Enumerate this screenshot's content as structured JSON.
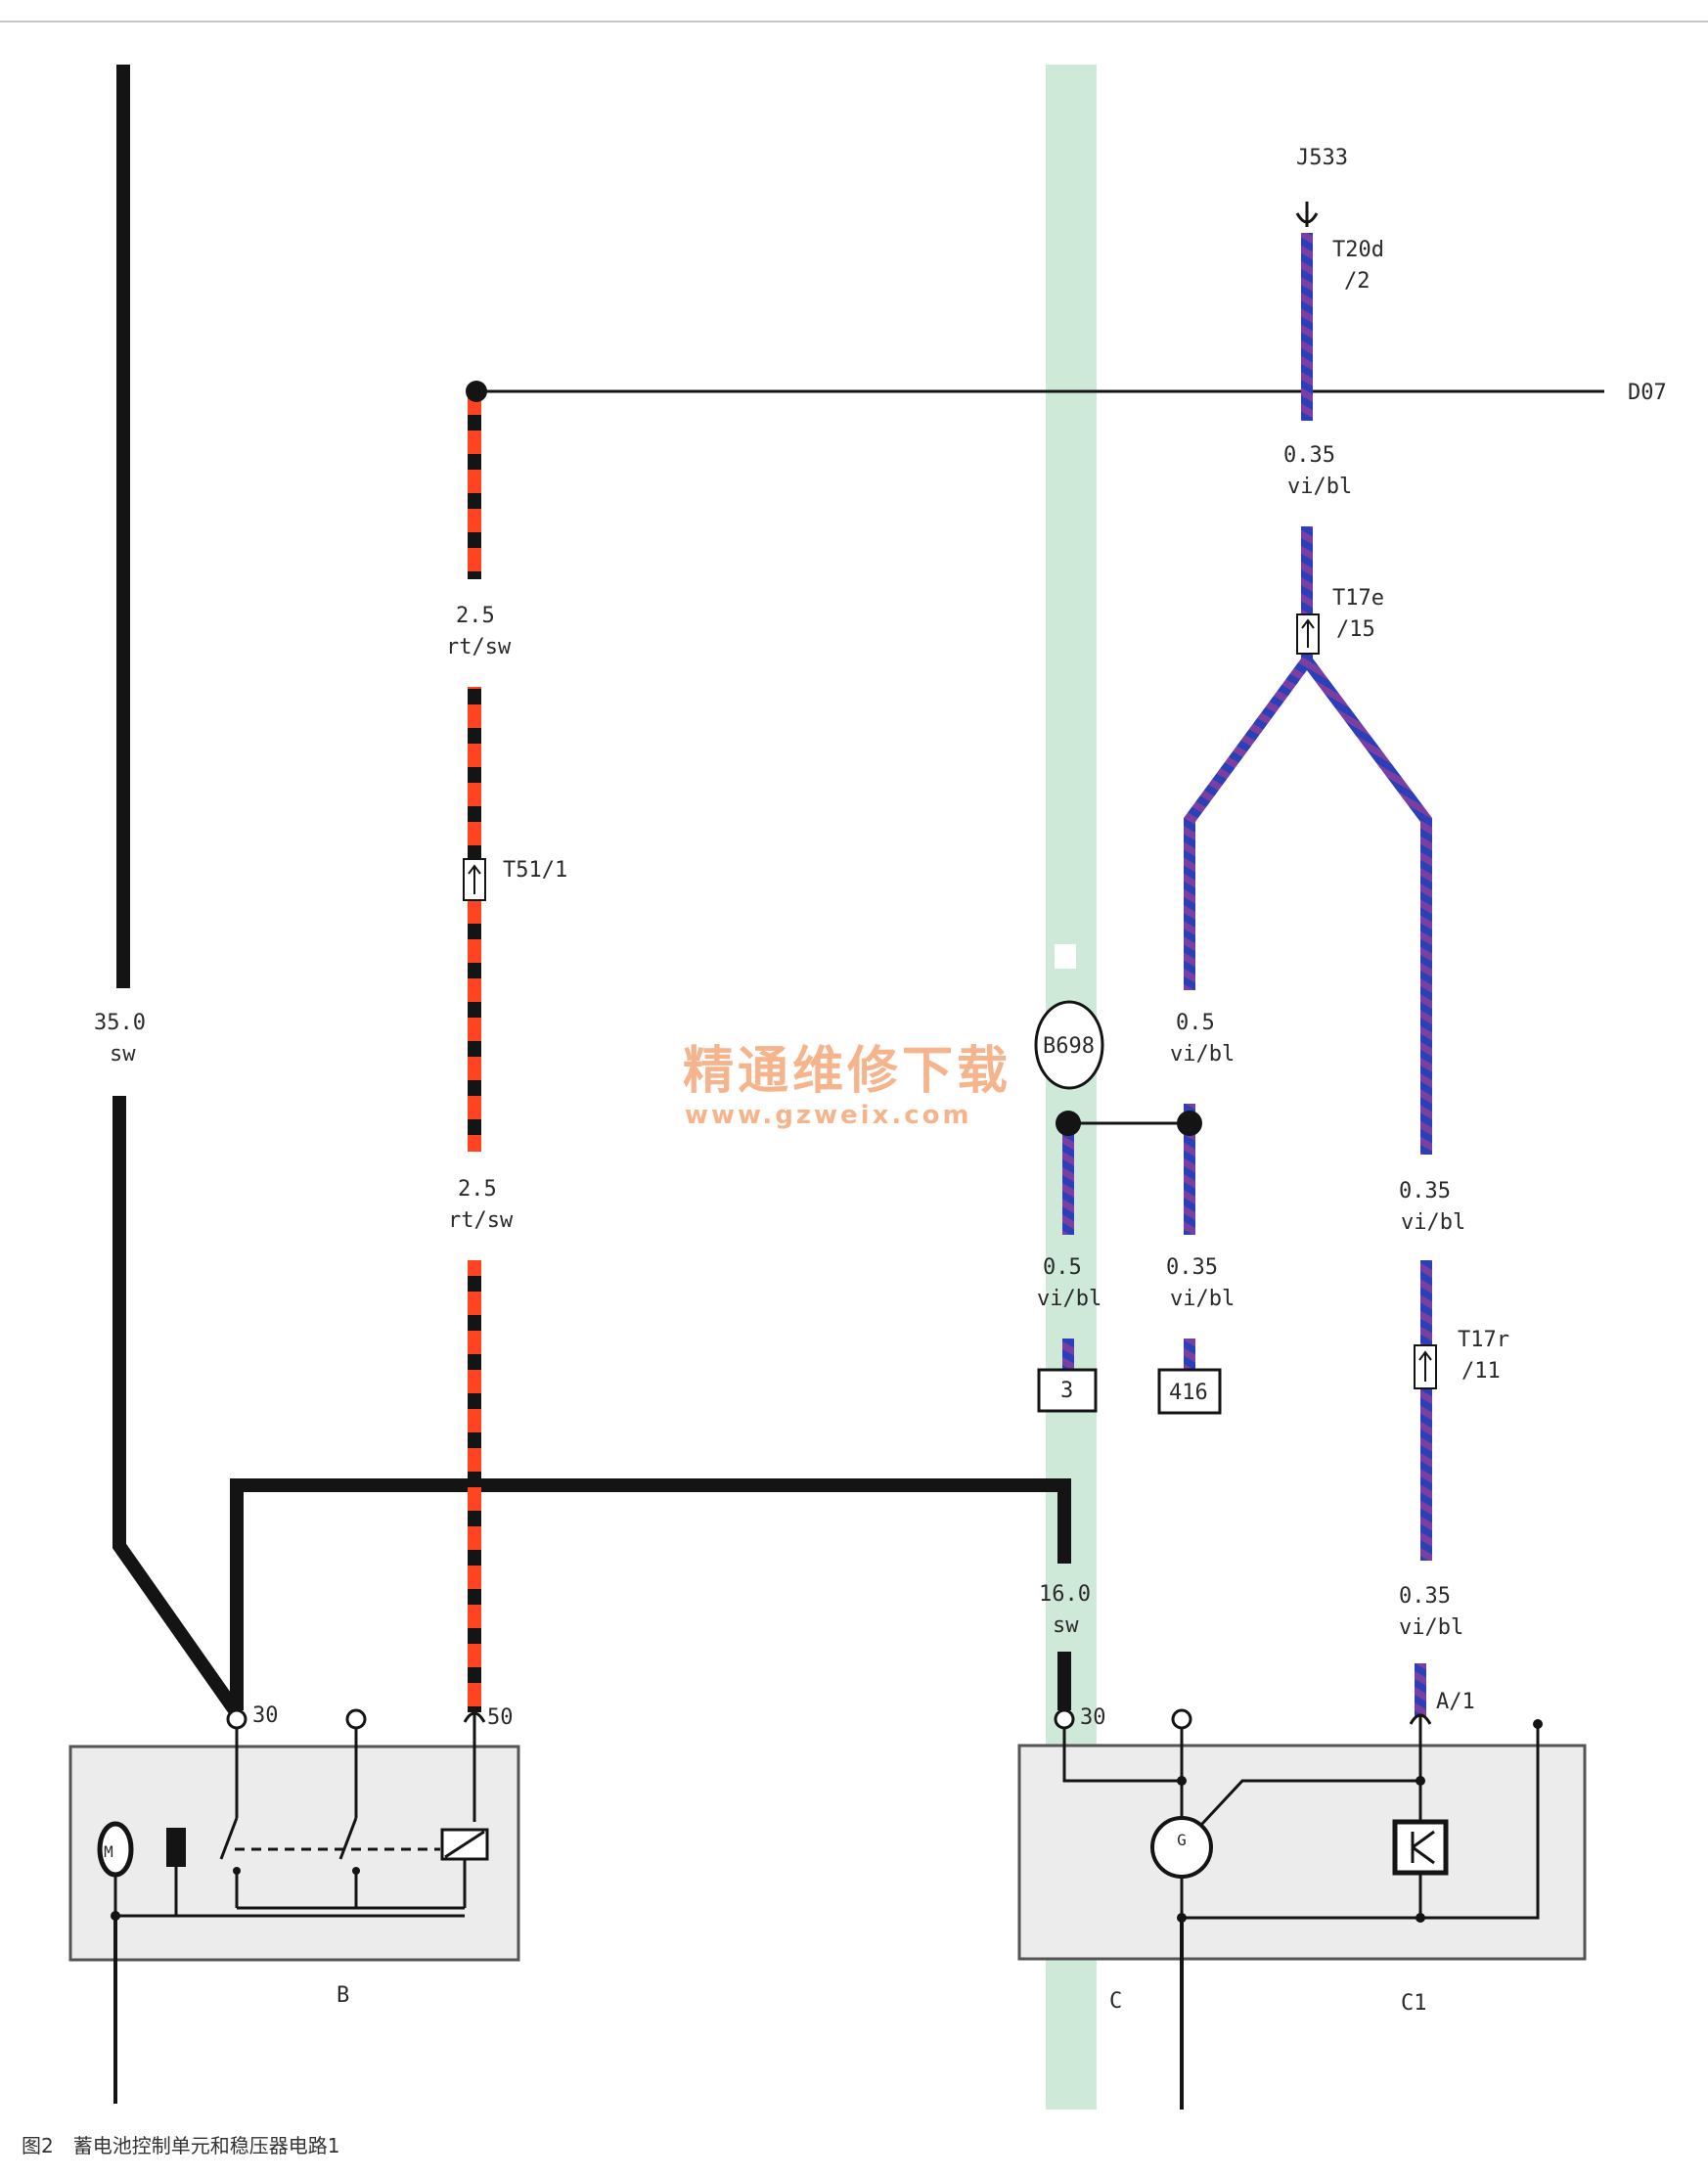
{
  "colors": {
    "wire_black": "#141414",
    "wire_red": "#ff4422",
    "wire_violet": "#7a3fa0",
    "wire_blue": "#2a3fb8",
    "ground_band": "#cfe9d9",
    "component_fill": "#ececec"
  },
  "labels": {
    "j533": "J533",
    "t20d_a": "T20d",
    "t20d_b": "/2",
    "d07": "D07",
    "w035_top_gauge": "0.35",
    "w035_top_color": "vi/bl",
    "t17e_a": "T17e",
    "t17e_b": "/15",
    "w25_upper_gauge": "2.5",
    "w25_upper_color": "rt/sw",
    "t51": "T51/1",
    "w350_gauge": "35.0",
    "w350_color": "sw",
    "b698": "B698",
    "w05_right_gauge": "0.5",
    "w05_right_color": "vi/bl",
    "w25_lower_gauge": "2.5",
    "w25_lower_color": "rt/sw",
    "w035_right_gauge": "0.35",
    "w035_right_color": "vi/bl",
    "w05_mid_gauge": "0.5",
    "w05_mid_color": "vi/bl",
    "w035_mid_gauge": "0.35",
    "w035_mid_color": "vi/bl",
    "box_3": "3",
    "box_416": "416",
    "t17r_a": "T17r",
    "t17r_b": "/11",
    "w160_gauge": "16.0",
    "w160_color": "sw",
    "w035_low_gauge": "0.35",
    "w035_low_color": "vi/bl",
    "pin30_left": "30",
    "pin50": "50",
    "pin30_right": "30",
    "pin_a1": "A/1",
    "comp_b": "B",
    "comp_c": "C",
    "comp_c1": "C1",
    "starter_symbol": "M",
    "generator_symbol": "G"
  },
  "watermark": {
    "line1": "精通维修下载",
    "line2": "www.gzweix.com"
  },
  "caption": "图2　蓄电池控制单元和稳压器电路1"
}
